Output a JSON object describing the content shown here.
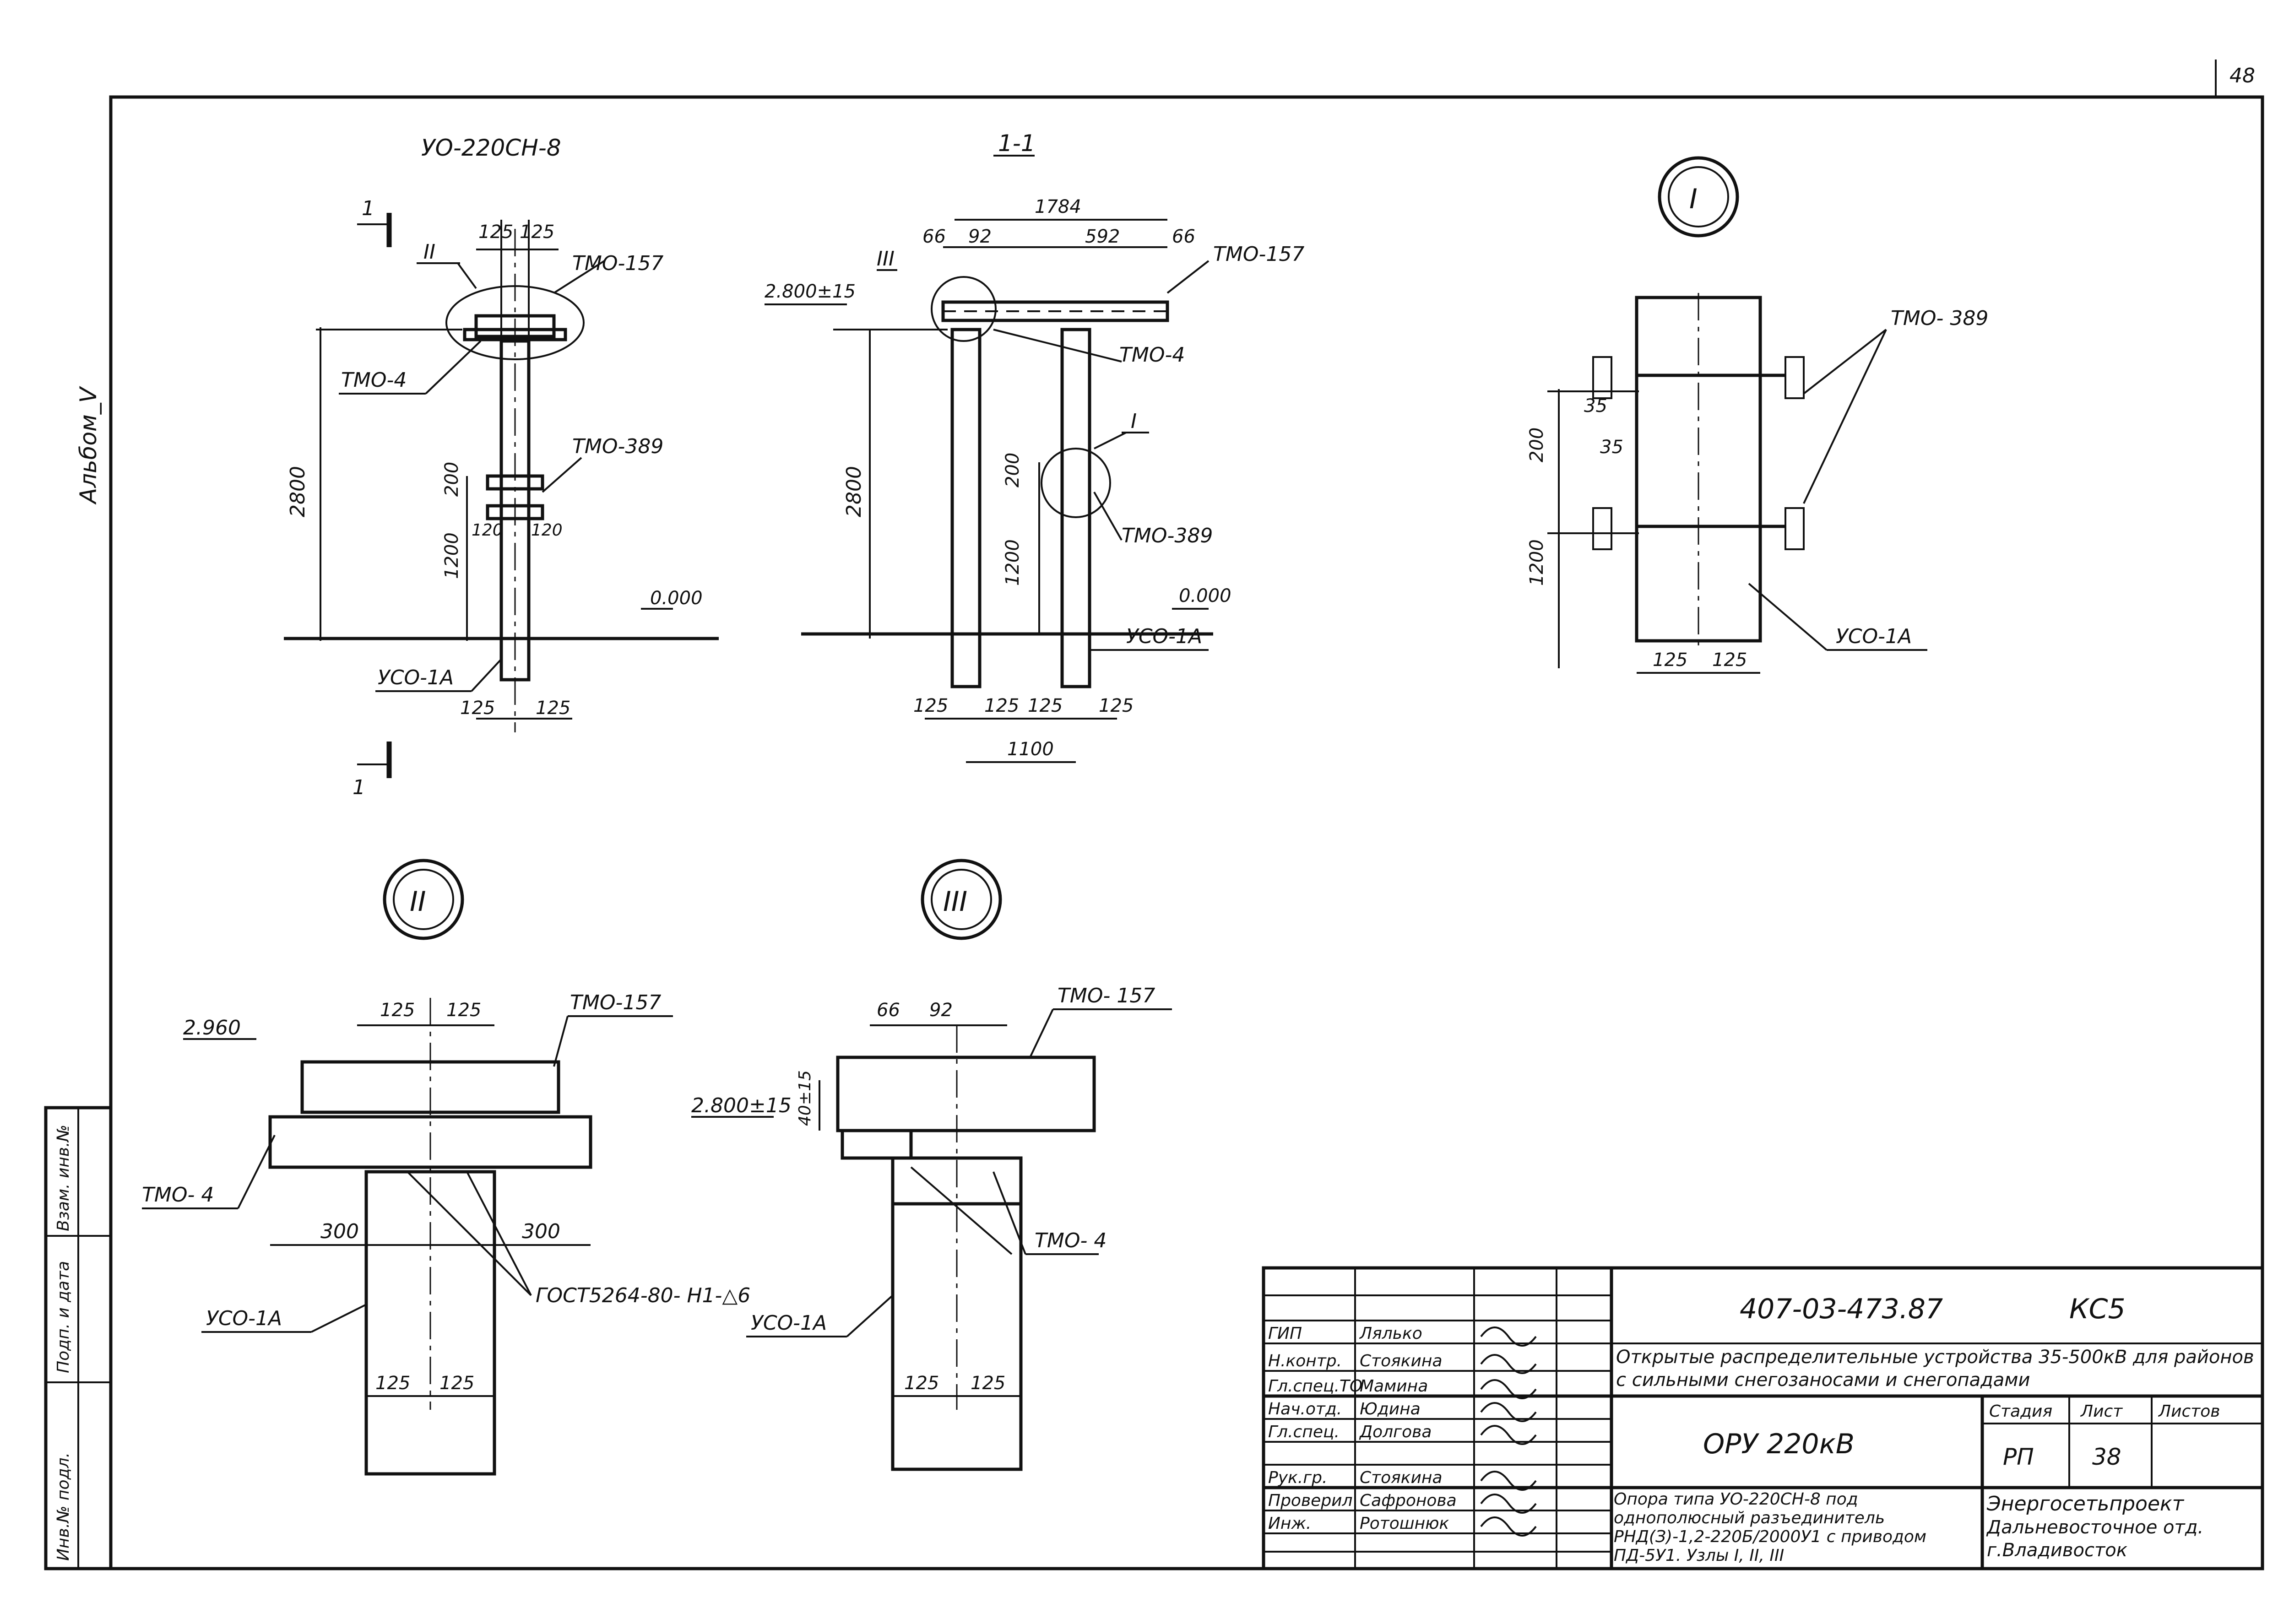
{
  "sheet": {
    "page_number": "48",
    "album": "Альбом_V"
  },
  "left_stamp": {
    "inv_no_orig": "Инв.№ подл.",
    "sign_date": "Подп. и дата",
    "inv_no_replace": "Взам. инв.№"
  },
  "views": {
    "side": {
      "title": "УО-220СН-8",
      "cut_mark": "1",
      "node_ref": "II",
      "dims": {
        "top_a": "125",
        "top_b": "125",
        "height_total": "2800",
        "height_lower": "1200",
        "gap": "200",
        "base_a": "125",
        "base_b": "125",
        "bracket_a": "120",
        "bracket_b": "120"
      },
      "labels": {
        "cap": "ТМО-157",
        "plate": "ТМО-4",
        "brackets": "ТМО-389",
        "post": "УСО-1А"
      },
      "level": "0.000"
    },
    "section": {
      "title": "1-1",
      "node_ref_left": "III",
      "node_ref_mid": "I",
      "dims": {
        "overall": "1784",
        "a": "66",
        "b": "92",
        "c": "592",
        "d": "66",
        "elev": "2.800±15",
        "height": "2800",
        "lower": "1200",
        "gap": "200",
        "p1": "125",
        "p2": "125",
        "p3": "125",
        "p4": "125",
        "span": "1100"
      },
      "labels": {
        "frame": "ТМО-157",
        "plate": "ТМО-4",
        "brackets": "ТМО-389",
        "post": "УСО-1А"
      },
      "level": "0.000"
    },
    "node1": {
      "ref": "I",
      "dims": {
        "gap": "200",
        "lower": "1200",
        "off1": "35",
        "off2": "35",
        "w1": "125",
        "w2": "125"
      },
      "labels": {
        "brackets": "ТМО- 389",
        "post": "УСО-1А"
      }
    },
    "node2": {
      "ref": "II",
      "elev": "2.960",
      "dims": {
        "a": "125",
        "b": "125",
        "l": "300",
        "r": "300",
        "w1": "125",
        "w2": "125"
      },
      "labels": {
        "cap": "ТМО-157",
        "plate": "ТМО- 4",
        "post": "УСО-1А",
        "weld": "ГОСТ5264-80- Н1-△6"
      }
    },
    "node3": {
      "ref": "III",
      "elev": "2.800±15",
      "dims": {
        "a": "66",
        "b": "92",
        "h": "40±15",
        "w1": "125",
        "w2": "125"
      },
      "labels": {
        "cap": "ТМО- 157",
        "plate": "ТМО- 4",
        "post": "УСО-1А"
      }
    }
  },
  "title_block": {
    "code": "407-03-473.87",
    "mark": "КС5",
    "project": "Открытые распределительные устройства 35-500кВ для районов с сильными снегозаносами и снегопадами",
    "object": "ОРУ 220кВ",
    "description": "Опора типа УО-220СН-8 под однополюсный разъединитель РНД(З)-1,2-220Б/2000У1 с приводом ПД-5У1. Узлы I, II, III",
    "stage_label": "Стадия",
    "sheet_label": "Лист",
    "sheets_label": "Листов",
    "stage": "РП",
    "sheet": "38",
    "sheets": "",
    "org_line1": "Энергосетьпроект",
    "org_line2": "Дальневосточное отд.",
    "org_line3": "г.Владивосток",
    "staff": [
      {
        "role": "ГИП",
        "name": "Лялько"
      },
      {
        "role": "Н.контр.",
        "name": "Стоякина"
      },
      {
        "role": "Гл.спец.ТО",
        "name": "Мамина"
      },
      {
        "role": "Нач.отд.",
        "name": "Юдина"
      },
      {
        "role": "Гл.спец.",
        "name": "Долгова"
      },
      {
        "role": "Рук.гр.",
        "name": "Стоякина"
      },
      {
        "role": "Проверил",
        "name": "Сафронова"
      },
      {
        "role": "Инж.",
        "name": "Ротошнюк"
      }
    ]
  }
}
